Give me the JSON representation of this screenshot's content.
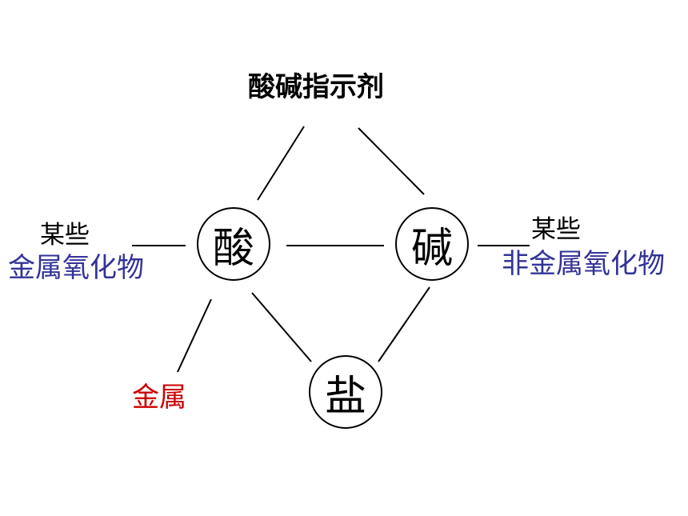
{
  "center_nodes": {
    "acid": "酸",
    "base": "碱",
    "salt": "盐"
  },
  "labels": {
    "indicator": "酸碱指示剂",
    "metal_oxide_prefix": "某些",
    "metal_oxide": "金属氧化物",
    "nonmetal_oxide_prefix": "某些",
    "nonmetal_oxide": "非金属氧化物",
    "metal": "金属"
  },
  "colors": {
    "line": "#000000",
    "blue_text": "#333399",
    "red_text": "#cc0000"
  }
}
